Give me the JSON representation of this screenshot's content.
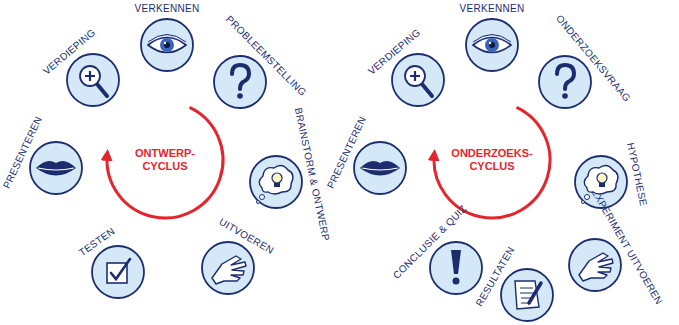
{
  "diagram": {
    "nodes": [
      {
        "text": [
          "VERKENNEN"
        ]
      },
      {
        "text": [
          "PROBLEEMSTELLING"
        ]
      },
      {
        "text": [
          "BRAINSTORM & ONTWERP"
        ]
      },
      {
        "text": [
          "UITVOEREN"
        ]
      },
      {
        "text": [
          "TESTEN"
        ]
      },
      {
        "text": [
          "PRESENTEREN"
        ]
      },
      {
        "text": [
          "VERDIEPING"
        ]
      },
      {
        "text": [
          "VERKENNEN"
        ]
      },
      {
        "text": [
          "ONDERZOEKSVRAAG"
        ]
      },
      {
        "text": [
          "HYPOTHESE"
        ]
      },
      {
        "text": [
          "EXPERIMENT UITVOEREN"
        ]
      },
      {
        "text": [
          "RESULTATEN"
        ]
      },
      {
        "text": [
          "CONCLUSIE & QUIZ"
        ]
      },
      {
        "text": [
          "PRESENTEREN"
        ]
      },
      {
        "text": [
          "VERDIEPING"
        ]
      }
    ],
    "labels": [
      "ONTWERP- CYCLUS",
      "ONDERZOEKS- CYCLUS"
    ]
  }
}
